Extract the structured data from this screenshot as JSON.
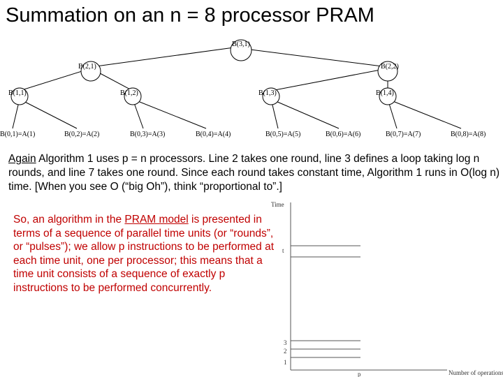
{
  "title": "Summation on an n = 8 processor PRAM",
  "tree": {
    "root": "B(3,1)",
    "level2": [
      "B(2,1)",
      "B(2,2)"
    ],
    "level1": [
      "B(1,1)",
      "B(1,2)",
      "B(1,3)",
      "B(1,4)"
    ],
    "leaves": [
      "B(0,1)=A(1)",
      "B(0,2)=A(2)",
      "B(0,3)=A(3)",
      "B(0,4)=A(4)",
      "B(0,5)=A(5)",
      "B(0,6)=A(6)",
      "B(0,7)=A(7)",
      "B(0,8)=A(8)"
    ]
  },
  "para1": {
    "link": "Again",
    "rest": " Algorithm 1 uses p = n processors. Line 2 takes one round, line 3 defines a loop taking log n rounds, and line 7 takes one round. Since each round takes constant time, Algorithm 1 runs in O(log n) time. [When you see O (“big Oh”), think “proportional to”.]"
  },
  "para2": {
    "pre": "So, an algorithm in the ",
    "link": "PRAM model",
    "rest": " is presented in terms of a sequence of parallel time units (or “rounds”, or “pulses”); we allow p instructions to be performed at each time unit, one per processor; this means that a time unit consists of a sequence of exactly p instructions to be performed concurrently."
  },
  "figure": {
    "y_axis_label": "Time",
    "x_axis_label": "Number of operations",
    "p_label": "p",
    "top_tick": "t",
    "bottom_ticks": [
      "3",
      "2",
      "1"
    ]
  }
}
